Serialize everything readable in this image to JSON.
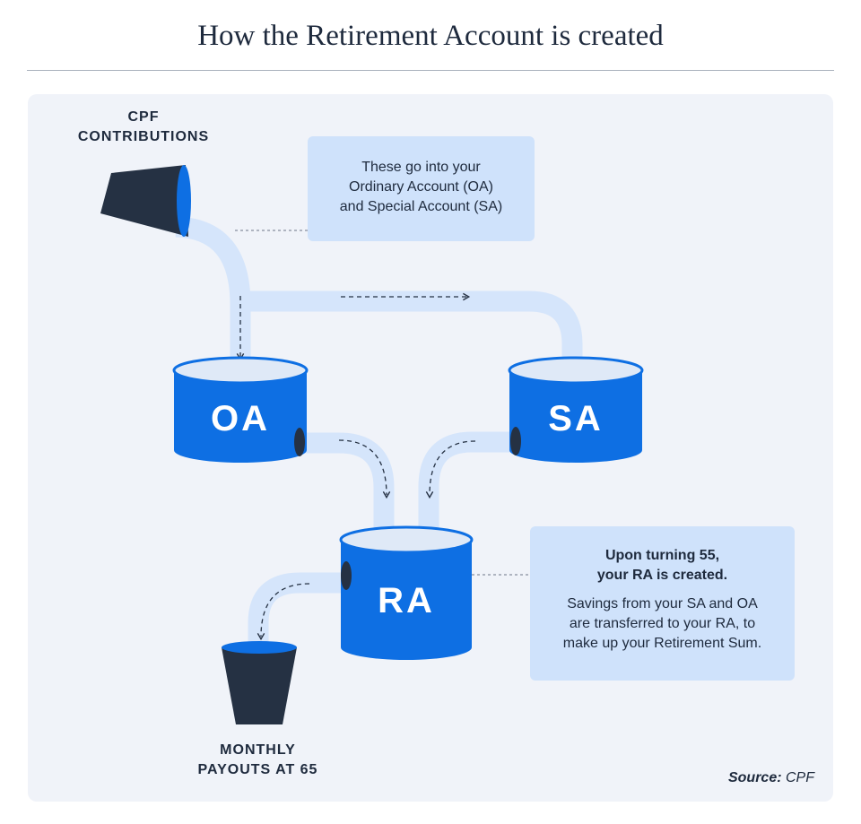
{
  "title": "How the Retirement Account is created",
  "labels": {
    "contributions_line1": "CPF",
    "contributions_line2": "CONTRIBUTIONS",
    "payouts_line1": "MONTHLY",
    "payouts_line2": "PAYOUTS AT 65"
  },
  "tanks": {
    "oa": "OA",
    "sa": "SA",
    "ra": "RA"
  },
  "callouts": {
    "accounts": [
      "These go into your",
      "Ordinary Account (OA)",
      "and Special Account (SA)"
    ],
    "ra": {
      "heading_line1": "Upon turning 55,",
      "heading_line2": "your RA is created.",
      "body": [
        "Savings from your SA and OA",
        "are transferred to your RA, to",
        "make up your Retirement Sum."
      ]
    }
  },
  "source": {
    "label": "Source:",
    "value": "CPF"
  },
  "colors": {
    "tank_blue": "#0e6fe3",
    "tank_top": "#dfe9f7",
    "pipe": "#d5e5fb",
    "cup_dark": "#253143",
    "callout_bg": "#cfe2fb",
    "panel_bg": "#f0f3f9",
    "text_dark": "#1e2a3d"
  }
}
